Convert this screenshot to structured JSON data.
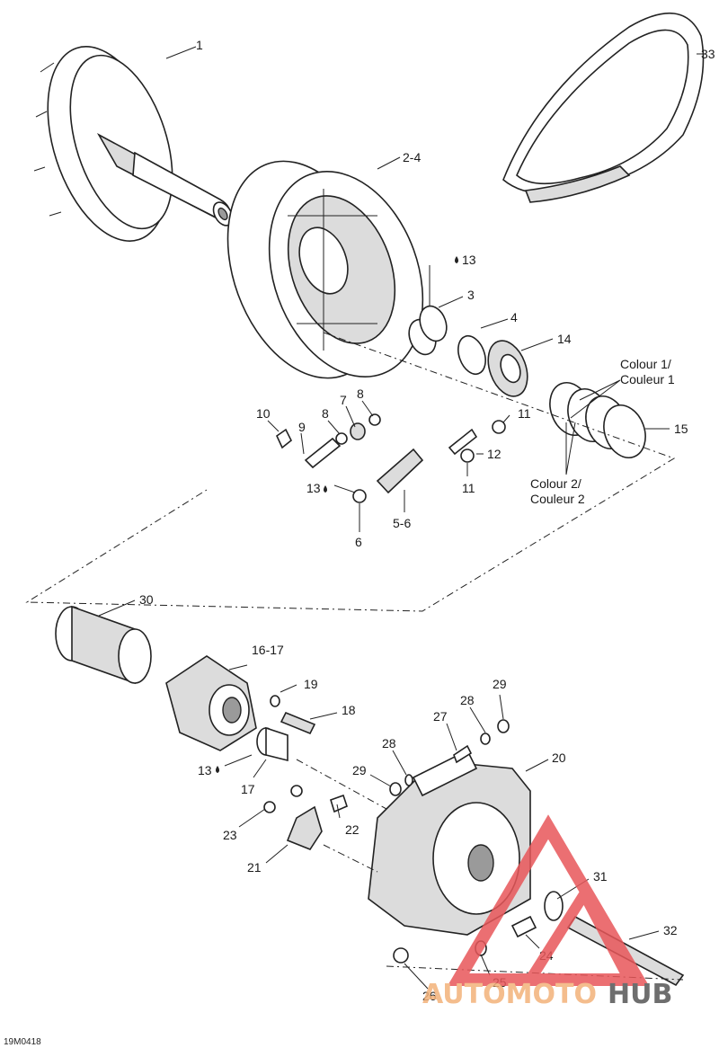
{
  "diagram": {
    "code": "19M0418",
    "callouts": [
      {
        "id": "c1",
        "text": "1"
      },
      {
        "id": "c2",
        "text": "2-4"
      },
      {
        "id": "c33",
        "text": "33"
      },
      {
        "id": "c13a",
        "text": "13"
      },
      {
        "id": "c3",
        "text": "3"
      },
      {
        "id": "c4",
        "text": "4"
      },
      {
        "id": "c14",
        "text": "14"
      },
      {
        "id": "c10",
        "text": "10"
      },
      {
        "id": "c9",
        "text": "9"
      },
      {
        "id": "c8a",
        "text": "8"
      },
      {
        "id": "c7",
        "text": "7"
      },
      {
        "id": "c8b",
        "text": "8"
      },
      {
        "id": "c11a",
        "text": "11"
      },
      {
        "id": "c12",
        "text": "12"
      },
      {
        "id": "c11b",
        "text": "11"
      },
      {
        "id": "c13b",
        "text": "13"
      },
      {
        "id": "c56",
        "text": "5-6"
      },
      {
        "id": "c6",
        "text": "6"
      },
      {
        "id": "c15",
        "text": "15"
      },
      {
        "id": "c30",
        "text": "30"
      },
      {
        "id": "c1617",
        "text": "16-17"
      },
      {
        "id": "c19",
        "text": "19"
      },
      {
        "id": "c18",
        "text": "18"
      },
      {
        "id": "c13c",
        "text": "13"
      },
      {
        "id": "c17",
        "text": "17"
      },
      {
        "id": "c29a",
        "text": "29"
      },
      {
        "id": "c28a",
        "text": "28"
      },
      {
        "id": "c27",
        "text": "27"
      },
      {
        "id": "c28b",
        "text": "28"
      },
      {
        "id": "c20",
        "text": "20"
      },
      {
        "id": "c29b",
        "text": "29"
      },
      {
        "id": "c22",
        "text": "22"
      },
      {
        "id": "c23",
        "text": "23"
      },
      {
        "id": "c21",
        "text": "21"
      },
      {
        "id": "c31",
        "text": "31"
      },
      {
        "id": "c32",
        "text": "32"
      },
      {
        "id": "c24",
        "text": "24"
      },
      {
        "id": "c25",
        "text": "25"
      },
      {
        "id": "c26",
        "text": "26"
      }
    ],
    "colour1_line1": "Colour 1/",
    "colour1_line2": "Couleur 1",
    "colour2_line1": "Colour 2/",
    "colour2_line2": "Couleur 2"
  },
  "watermark": {
    "text_a": "AUTOMOTO",
    "text_b": "HUB",
    "color_a": "#f3b27a",
    "color_b": "#555555",
    "triangle_color": "#e8575a"
  }
}
